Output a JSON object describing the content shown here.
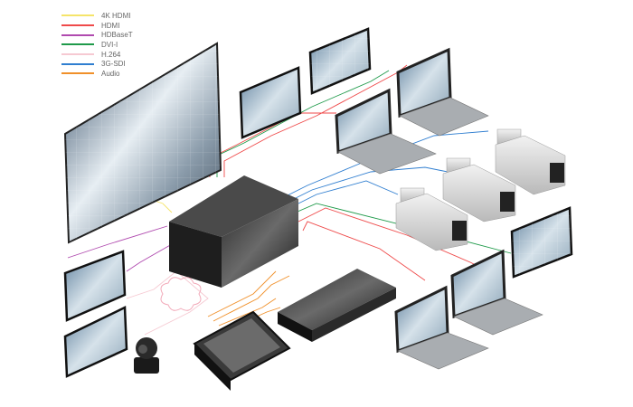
{
  "legend": [
    {
      "label": "4K HDMI",
      "color": "#f5e46a"
    },
    {
      "label": "HDMI",
      "color": "#ef4a4a"
    },
    {
      "label": "HDBaseT",
      "color": "#b04aaf"
    },
    {
      "label": "DVI-I",
      "color": "#1f9a4a"
    },
    {
      "label": "H.264",
      "color": "#f6c9d2"
    },
    {
      "label": "3G-SDI",
      "color": "#2f7ed0"
    },
    {
      "label": "Audio",
      "color": "#f0902a"
    }
  ]
}
